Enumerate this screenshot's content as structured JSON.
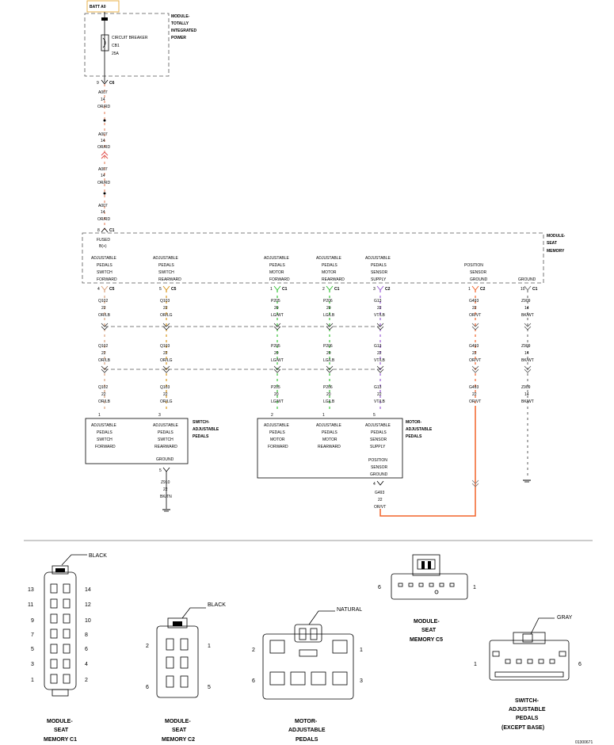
{
  "batt": "BATT A0",
  "tipm": {
    "l1": "MODULE-",
    "l2": "TOTALLY",
    "l3": "INTEGRATED",
    "l4": "POWER",
    "cb1": "CIRCUIT BREAKER",
    "cb2": "CB1",
    "cb3": "25A"
  },
  "pin_c6": {
    "n": "9",
    "c": "C6"
  },
  "a007": [
    {
      "c": "A007",
      "g": "14",
      "w": "OR/RD"
    },
    {
      "c": "A007",
      "g": "14",
      "w": "OR/RD"
    },
    {
      "c": "A007",
      "g": "14",
      "w": "OR/RD"
    },
    {
      "c": "A007",
      "g": "14",
      "w": "OR/RD"
    }
  ],
  "pin_c1": {
    "n": "8",
    "c": "C1"
  },
  "msm": {
    "l1": "MODULE-",
    "l2": "SEAT",
    "l3": "MEMORY",
    "fused1": "FUSED",
    "fused2": "B(+)"
  },
  "msm_labels": [
    [
      "ADJUSTABLE",
      "PEDALS",
      "SWITCH",
      "FORWARD"
    ],
    [
      "ADJUSTABLE",
      "PEDALS",
      "SWITCH",
      "REARWARD"
    ],
    [
      "ADJUSTABLE",
      "PEDALS",
      "MOTOR",
      "FORWARD"
    ],
    [
      "ADJUSTABLE",
      "PEDALS",
      "MOTOR",
      "REARWARD"
    ],
    [
      "ADJUSTABLE",
      "PEDALS",
      "SENSOR",
      "SUPPLY"
    ],
    [
      "POSITION",
      "SENSOR",
      "GROUND"
    ],
    [
      "GROUND"
    ]
  ],
  "msm_pins": [
    {
      "n": "4",
      "c": "C5"
    },
    {
      "n": "5",
      "c": "C5"
    },
    {
      "n": "1",
      "c": "C1"
    },
    {
      "n": "2",
      "c": "C1"
    },
    {
      "n": "3",
      "c": "C2"
    },
    {
      "n": "1",
      "c": "C2"
    },
    {
      "n": "10",
      "c": "C1"
    }
  ],
  "wires": [
    {
      "c": "Q102",
      "g": "22",
      "w": "OR/LB",
      "color": "#d9a07a"
    },
    {
      "c": "Q103",
      "g": "22",
      "w": "OR/LG",
      "color": "#d9961a"
    },
    {
      "c": "P205",
      "g": "20",
      "w": "LG/WT",
      "color": "#39c439"
    },
    {
      "c": "P206",
      "g": "20",
      "w": "LG/LB",
      "color": "#39c439"
    },
    {
      "c": "G13",
      "g": "22",
      "w": "VT/LB",
      "color": "#9b5fd6"
    },
    {
      "c": "G493",
      "g": "22",
      "w": "OR/VT",
      "color": "#f2632a"
    },
    {
      "c": "Z909",
      "g": "14",
      "w": "BK/WT",
      "color": "#777777"
    }
  ],
  "sap": {
    "title1": "SWITCH-",
    "title2": "ADJUSTABLE",
    "title3": "PEDALS",
    "pin1": "1",
    "pin3": "3",
    "lab1": [
      "ADJUSTABLE",
      "PEDALS",
      "SWITCH",
      "FORWARD"
    ],
    "lab2": [
      "ADJUSTABLE",
      "PEDALS",
      "SWITCH",
      "REARWARD"
    ],
    "ground": "GROUND",
    "gpin": "5",
    "z910": {
      "c": "Z910",
      "g": "22",
      "w": "BK/TN"
    }
  },
  "map": {
    "title1": "MOTOR-",
    "title2": "ADJUSTABLE",
    "title3": "PEDALS",
    "pins": [
      "2",
      "1",
      "5"
    ],
    "labs": [
      [
        "ADJUSTABLE",
        "PEDALS",
        "MOTOR",
        "FORWARD"
      ],
      [
        "ADJUSTABLE",
        "PEDALS",
        "MOTOR",
        "REARWARD"
      ],
      [
        "ADJUSTABLE",
        "PEDALS",
        "SENSOR",
        "SUPPLY"
      ]
    ],
    "pos": [
      "POSITION",
      "SENSOR",
      "GROUND"
    ],
    "ppin": "4",
    "g493": {
      "c": "G493",
      "g": "22",
      "w": "OR/VT"
    }
  },
  "conns": {
    "c1": {
      "color": "BLACK",
      "pins": [
        "13",
        "14",
        "11",
        "12",
        "9",
        "10",
        "7",
        "8",
        "5",
        "6",
        "3",
        "4",
        "1",
        "2"
      ],
      "n1": "MODULE-",
      "n2": "SEAT",
      "n3": "MEMORY C1"
    },
    "c2": {
      "color": "BLACK",
      "pins": [
        "2",
        "1",
        "6",
        "5"
      ],
      "n1": "MODULE-",
      "n2": "SEAT",
      "n3": "MEMORY C2"
    },
    "map": {
      "color": "NATURAL",
      "pins": [
        "2",
        "1",
        "6",
        "3"
      ],
      "n1": "MOTOR-",
      "n2": "ADJUSTABLE",
      "n3": "PEDALS"
    },
    "c5": {
      "pins": [
        "6",
        "1"
      ],
      "n1": "MODULE-",
      "n2": "SEAT",
      "n3": "MEMORY C5"
    },
    "sw": {
      "color": "GRAY",
      "pins": [
        "1",
        "6"
      ],
      "n1": "SWITCH-",
      "n2": "ADJUSTABLE",
      "n3": "PEDALS",
      "n4": "(EXCEPT BASE)"
    }
  },
  "figure_id": "01300671"
}
